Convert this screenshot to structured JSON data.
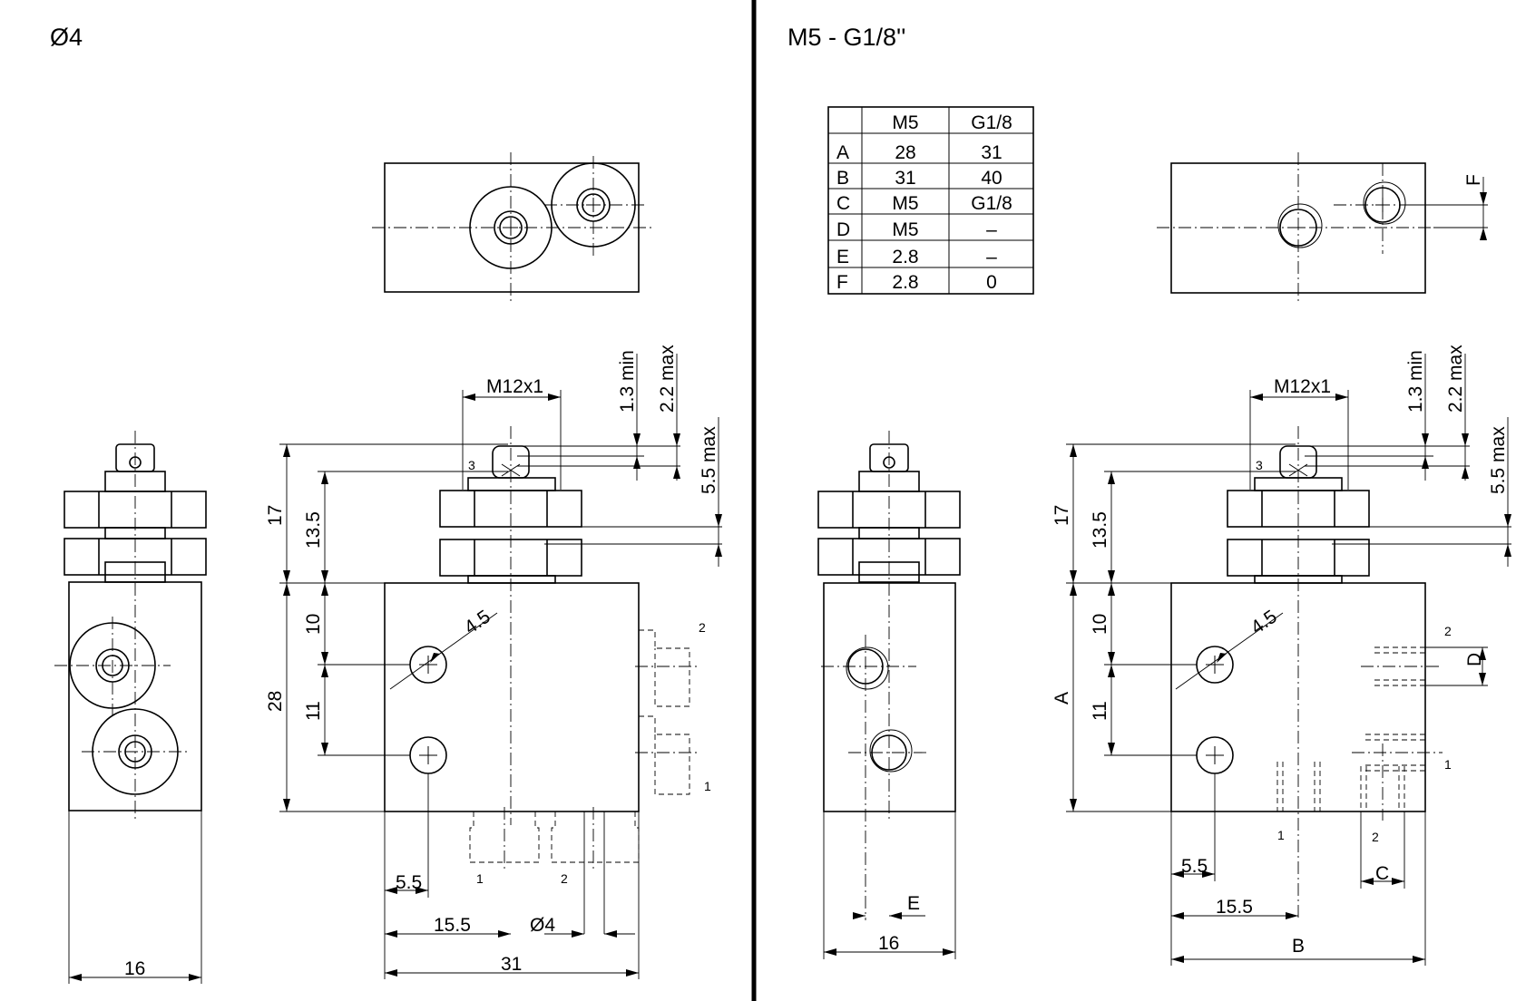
{
  "left_view": {
    "title": "Ø4",
    "thread": "M12x1",
    "d_13min": "1.3 min",
    "d_22max": "2.2 max",
    "d_55max": "5.5 max",
    "d_3": "3",
    "d_17": "17",
    "d_135": "13.5",
    "d_10": "10",
    "d_11": "11",
    "d_28": "28",
    "d_45": "4.5",
    "d_55": "5.5",
    "d_155": "15.5",
    "d_o4": "Ø4",
    "d_31": "31",
    "d_16": "16",
    "port1": "1",
    "port2": "2"
  },
  "right_view": {
    "title": "M5 - G1/8''",
    "thread": "M12x1",
    "d_13min": "1.3 min",
    "d_22max": "2.2 max",
    "d_55max": "5.5 max",
    "d_3": "3",
    "d_17": "17",
    "d_135": "13.5",
    "d_10": "10",
    "d_11": "11",
    "d_A": "A",
    "d_45": "4.5",
    "d_55": "5.5",
    "d_155": "15.5",
    "d_B": "B",
    "d_C": "C",
    "d_D": "D",
    "d_E": "E",
    "d_F": "F",
    "d_16": "16",
    "port1": "1",
    "port2": "2"
  },
  "table": {
    "headers": [
      "",
      "M5",
      "G1/8"
    ],
    "rows": [
      [
        "A",
        "28",
        "31"
      ],
      [
        "B",
        "31",
        "40"
      ],
      [
        "C",
        "M5",
        "G1/8"
      ],
      [
        "D",
        "M5",
        "–"
      ],
      [
        "E",
        "2.8",
        "–"
      ],
      [
        "F",
        "2.8",
        "0"
      ]
    ]
  }
}
